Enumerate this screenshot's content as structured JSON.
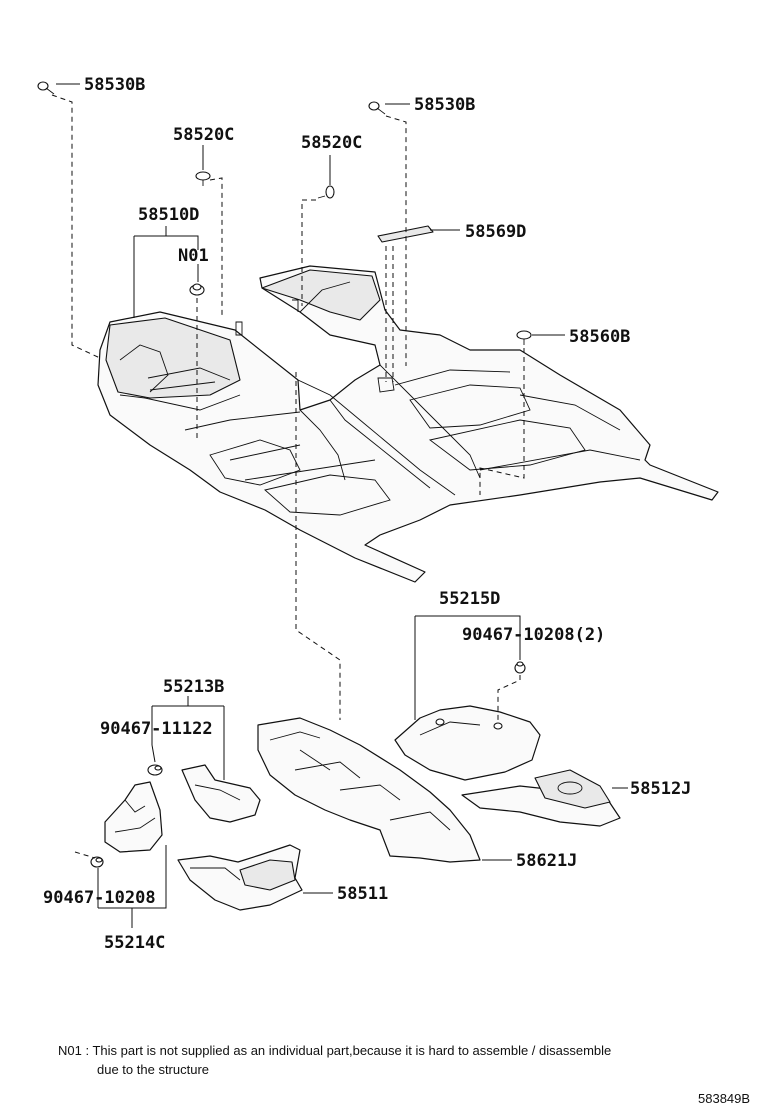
{
  "labels": {
    "l_58530B_left": "58530B",
    "l_58530B_right": "58530B",
    "l_58520C_left": "58520C",
    "l_58520C_mid": "58520C",
    "l_58510D": "58510D",
    "l_N01": "N01",
    "l_58569D": "58569D",
    "l_58560B": "58560B",
    "l_55215D": "55215D",
    "l_90467_10208_2": "90467-10208(2)",
    "l_55213B": "55213B",
    "l_90467_11122": "90467-11122",
    "l_58512J": "58512J",
    "l_58621J": "58621J",
    "l_58511": "58511",
    "l_90467_10208": "90467-10208",
    "l_55214C": "55214C"
  },
  "footnote": {
    "line1": "N01 : This part is not supplied as an individual part,because it is hard to assemble / disassemble",
    "line2": "due to the structure"
  },
  "diagram_code": "583849B"
}
